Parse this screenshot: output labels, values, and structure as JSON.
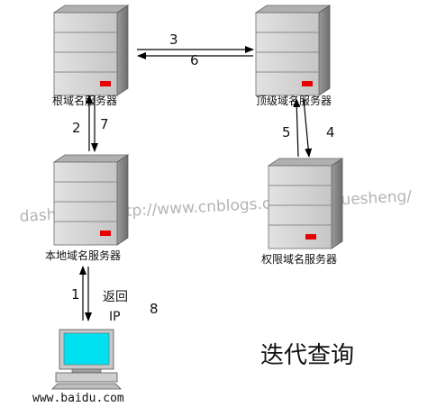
{
  "servers": {
    "root": {
      "label": "根域名服务器"
    },
    "tld": {
      "label": "顶级域名服务器"
    },
    "local": {
      "label": "本地域名服务器"
    },
    "authoritative": {
      "label": "权限域名服务器"
    }
  },
  "client": {
    "label": "www.baidu.com"
  },
  "steps": {
    "s1": "1",
    "s2": "2",
    "s3": "3",
    "s4": "4",
    "s5": "5",
    "s6": "6",
    "s7": "7",
    "s8": "8"
  },
  "return_ip": {
    "line1": "返回",
    "line2": "IP"
  },
  "diagram_title": "迭代查询",
  "watermark": "dashuai博客http://www.cnblogs.com/kubixuesheng/",
  "colors": {
    "server_face": "#d4d4d4",
    "server_side": "#8c8c8c",
    "server_top": "#a8a8a8",
    "server_led": "#e60000",
    "monitor_screen": "#00e0f0",
    "watermark": "#b4b4b4"
  }
}
